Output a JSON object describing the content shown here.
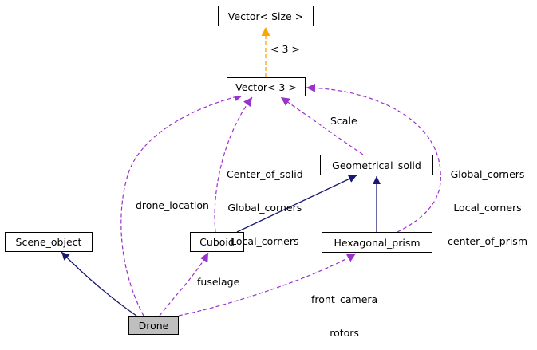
{
  "nodes": {
    "vector_size": "Vector< Size >",
    "vector_3": "Vector< 3 >",
    "geometrical_solid": "Geometrical_solid",
    "scene_object": "Scene_object",
    "cuboid": "Cuboid",
    "hexagonal_prism": "Hexagonal_prism",
    "drone": "Drone"
  },
  "edge_labels": {
    "template_arg": "< 3 >",
    "scale": "Scale",
    "cuboid_members": [
      "Center_of_solid",
      "Global_corners",
      "Local_corners"
    ],
    "prism_members": [
      "Global_corners",
      "Local_corners",
      "center_of_prism"
    ],
    "drone_location": "drone_location",
    "fuselage": "fuselage",
    "drone_members": [
      "front_camera",
      "rotors"
    ]
  },
  "colors": {
    "inheritance": "#191970",
    "usage": "#9a32cd",
    "template": "#ffa500",
    "current_node_fill": "#bfbfbf"
  }
}
